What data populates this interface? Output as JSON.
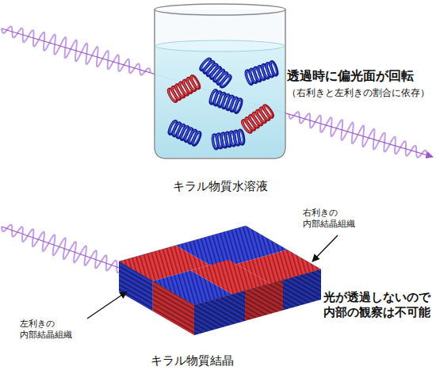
{
  "diagram": {
    "labels": [
      "透過時に偏光面が回転",
      "（右利きと左利きの割合に依存）",
      "キラル物質水溶液",
      "右利きの 内部結晶組織",
      "左利きの 内部結晶組織",
      "光が透過しないので 内部の観察は不可能",
      "キラル物質結晶"
    ]
  }
}
